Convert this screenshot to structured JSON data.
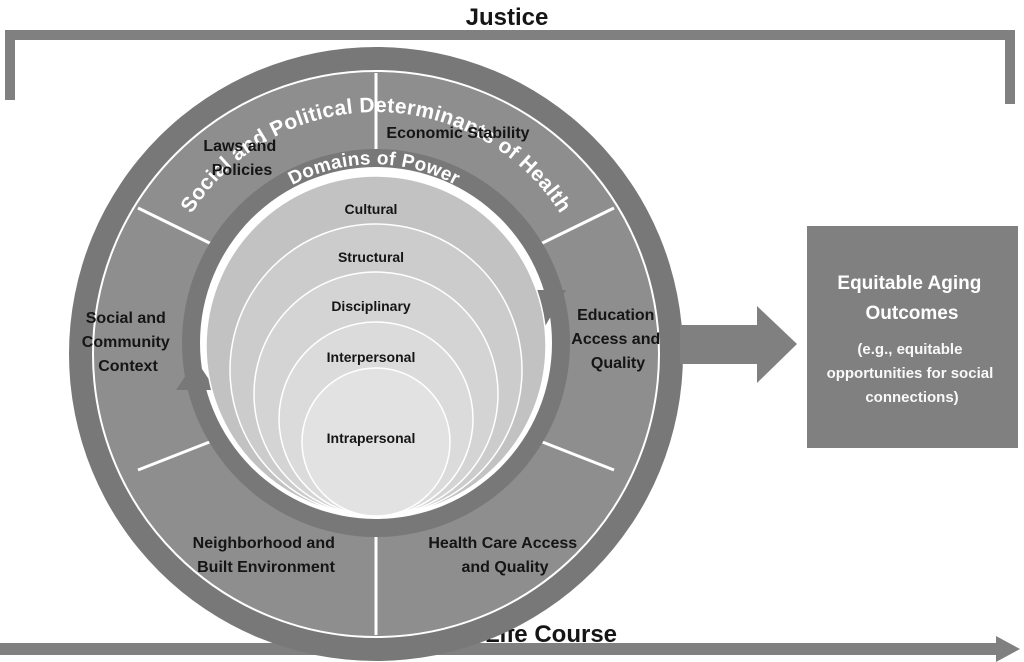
{
  "top_label": "Justice",
  "bottom_label": "Life Course",
  "outer_ring_label": "Social and Political Determinants of Health",
  "inner_arrow_label": "Domains of Power",
  "determinants": {
    "laws": [
      "Laws and",
      "Policies"
    ],
    "economic": [
      "Economic Stability"
    ],
    "education": [
      "Education",
      "Access and",
      "Quality"
    ],
    "health_care": [
      "Health Care Access",
      "and Quality"
    ],
    "neighborhood": [
      "Neighborhood and",
      "Built Environment"
    ],
    "social": [
      "Social and",
      "Community",
      "Context"
    ]
  },
  "domains": [
    "Cultural",
    "Structural",
    "Disciplinary",
    "Interpersonal",
    "Intrapersonal"
  ],
  "outcome": {
    "title": [
      "Equitable Aging",
      "Outcomes"
    ],
    "example": [
      "(e.g., equitable",
      "opportunities for social",
      "connections)"
    ]
  },
  "colors": {
    "dark_gray": "#787878",
    "mid_gray": "#8e8e8e",
    "white": "#ffffff",
    "domain_fills": [
      "#c2c2c2",
      "#cccccc",
      "#d4d4d4",
      "#dbdbdb",
      "#e2e2e2"
    ]
  }
}
